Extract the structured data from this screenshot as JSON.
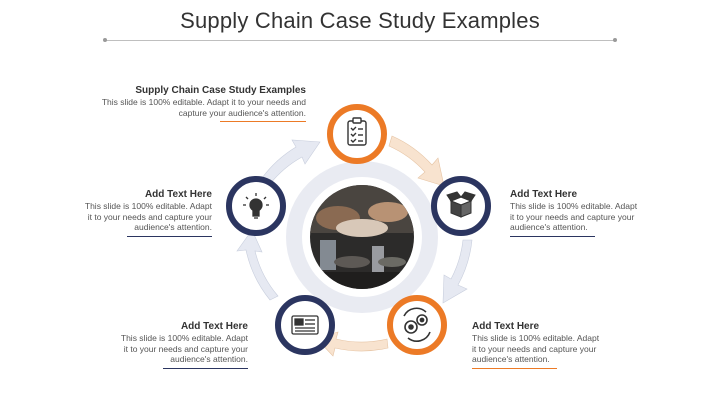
{
  "title": "Supply Chain Case Study Examples",
  "colors": {
    "orange": "#ec7a26",
    "navy": "#2b3560",
    "arrow_fill": "#e6e9f2",
    "arrow_orange_fill": "#f8e3cf",
    "center_ring": "#e9ebf2"
  },
  "center_image": "team-meeting-photo",
  "items": [
    {
      "heading": "Supply Chain Case Study Examples",
      "body_line1": "This slide is 100% editable. Adapt it to your needs and",
      "body_line2": "capture your audience's attention.",
      "icon": "clipboard-checklist-icon"
    },
    {
      "heading": "Add Text Here",
      "body_line1": "This slide is 100% editable. Adapt",
      "body_line2": "it to your needs and capture your",
      "body_line3": "audience's attention.",
      "icon": "open-box-icon"
    },
    {
      "heading": "Add Text Here",
      "body_line1": "This slide is 100% editable. Adapt",
      "body_line2": "it to your needs and capture your",
      "body_line3": "audience's attention.",
      "icon": "gears-exchange-icon"
    },
    {
      "heading": "Add Text Here",
      "body_line1": "This slide is 100% editable. Adapt",
      "body_line2": "it to your needs and capture your",
      "body_line3": "audience's attention.",
      "icon": "newspaper-icon"
    },
    {
      "heading": "Add Text Here",
      "body_line1": "This slide is 100% editable. Adapt",
      "body_line2": "it to your needs and capture your",
      "body_line3": "audience's attention.",
      "icon": "lightbulb-icon"
    }
  ]
}
